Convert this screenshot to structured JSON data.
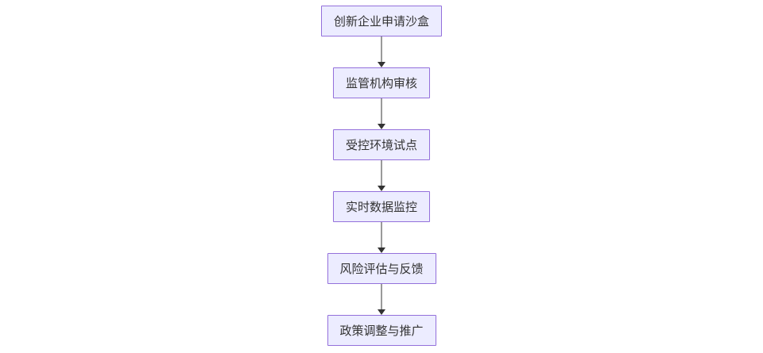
{
  "flowchart": {
    "type": "flowchart",
    "direction": "top-down",
    "background": "#ffffff",
    "colors": {
      "node_fill": "#ececff",
      "node_border": "#9370db",
      "node_text": "#333333",
      "edge_line": "#999999",
      "arrowhead": "#333333"
    },
    "nodes": [
      {
        "id": "n1",
        "label": "创新企业申请沙盒"
      },
      {
        "id": "n2",
        "label": "监管机构审核"
      },
      {
        "id": "n3",
        "label": "受控环境试点"
      },
      {
        "id": "n4",
        "label": "实时数据监控"
      },
      {
        "id": "n5",
        "label": "风险评估与反馈"
      },
      {
        "id": "n6",
        "label": "政策调整与推广"
      }
    ],
    "edges": [
      {
        "from": "n1",
        "to": "n2",
        "arrow": "down"
      },
      {
        "from": "n2",
        "to": "n3",
        "arrow": "down"
      },
      {
        "from": "n3",
        "to": "n4",
        "arrow": "down"
      },
      {
        "from": "n4",
        "to": "n5",
        "arrow": "down"
      },
      {
        "from": "n5",
        "to": "n6",
        "arrow": "down"
      }
    ]
  }
}
